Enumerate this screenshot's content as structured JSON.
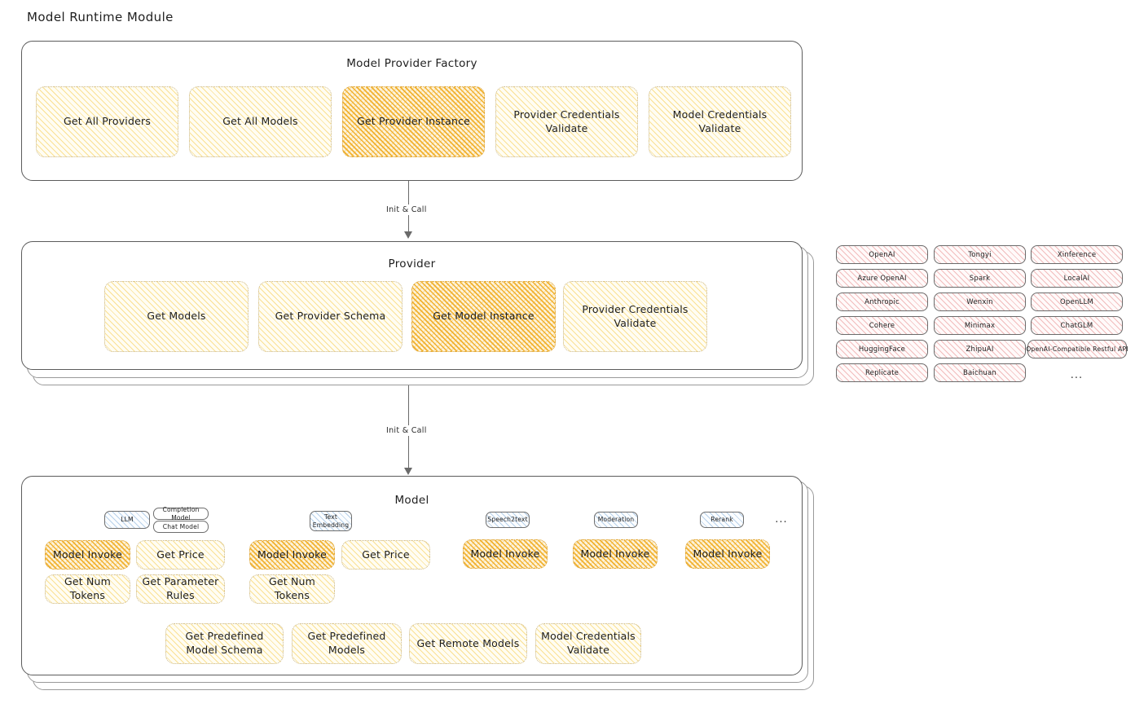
{
  "page": {
    "title": "Model Runtime Module",
    "background": "#ffffff",
    "accent_yellow": "#f5c842",
    "accent_yellow_strong": "#f0af28",
    "accent_pink": "#e07070",
    "accent_blue": "#508cc8",
    "stroke": "#5c5c5c"
  },
  "factory": {
    "title": "Model Provider Factory",
    "methods": [
      {
        "label": "Get All Providers",
        "highlight": false
      },
      {
        "label": "Get All Models",
        "highlight": false
      },
      {
        "label": "Get Provider Instance",
        "highlight": true
      },
      {
        "label": "Provider Credentials Validate",
        "highlight": false
      },
      {
        "label": "Model Credentials Validate",
        "highlight": false
      }
    ]
  },
  "arrows": [
    {
      "label": "Init & Call"
    },
    {
      "label": "Init & Call"
    }
  ],
  "provider": {
    "title": "Provider",
    "methods": [
      {
        "label": "Get Models",
        "highlight": false
      },
      {
        "label": "Get Provider Schema",
        "highlight": false
      },
      {
        "label": "Get Model Instance",
        "highlight": true
      },
      {
        "label": "Provider Credentials Validate",
        "highlight": false
      }
    ]
  },
  "provider_list": {
    "ellipsis": "...",
    "columns": [
      {
        "items": [
          "OpenAI",
          "Azure OpenAI",
          "Anthropic",
          "Cohere",
          "HuggingFace",
          "Replicate"
        ]
      },
      {
        "items": [
          "Tongyi",
          "Spark",
          "Wenxin",
          "Minimax",
          "ZhipuAI",
          "Baichuan"
        ]
      },
      {
        "items": [
          "Xinference",
          "LocalAI",
          "OpenLLM",
          "ChatGLM",
          "OpenAI-Compatible Restful API"
        ]
      }
    ]
  },
  "model": {
    "title": "Model",
    "ellipsis": "...",
    "types": [
      {
        "badge": "LLM",
        "badge_style": "blue",
        "sub_badges": [
          "Completion Model",
          "Chat Model"
        ],
        "methods": [
          {
            "label": "Model Invoke",
            "highlight": true
          },
          {
            "label": "Get Price",
            "highlight": false
          },
          {
            "label": "Get Num Tokens",
            "highlight": false
          },
          {
            "label": "Get Parameter Rules",
            "highlight": false
          }
        ]
      },
      {
        "badge": "Text Embedding",
        "badge_style": "blue",
        "sub_badges": [],
        "methods": [
          {
            "label": "Model Invoke",
            "highlight": true
          },
          {
            "label": "Get Price",
            "highlight": false
          },
          {
            "label": "Get Num Tokens",
            "highlight": false
          }
        ]
      },
      {
        "badge": "Speech2text",
        "badge_style": "blue",
        "sub_badges": [],
        "methods": [
          {
            "label": "Model Invoke",
            "highlight": true
          }
        ]
      },
      {
        "badge": "Moderation",
        "badge_style": "blue",
        "sub_badges": [],
        "methods": [
          {
            "label": "Model Invoke",
            "highlight": true
          }
        ]
      },
      {
        "badge": "Rerank",
        "badge_style": "blue",
        "sub_badges": [],
        "methods": [
          {
            "label": "Model Invoke",
            "highlight": true
          }
        ]
      }
    ],
    "common_methods": [
      {
        "label": "Get Predefined Model Schema"
      },
      {
        "label": "Get Predefined Models"
      },
      {
        "label": "Get Remote Models"
      },
      {
        "label": "Model Credentials Validate"
      }
    ]
  }
}
